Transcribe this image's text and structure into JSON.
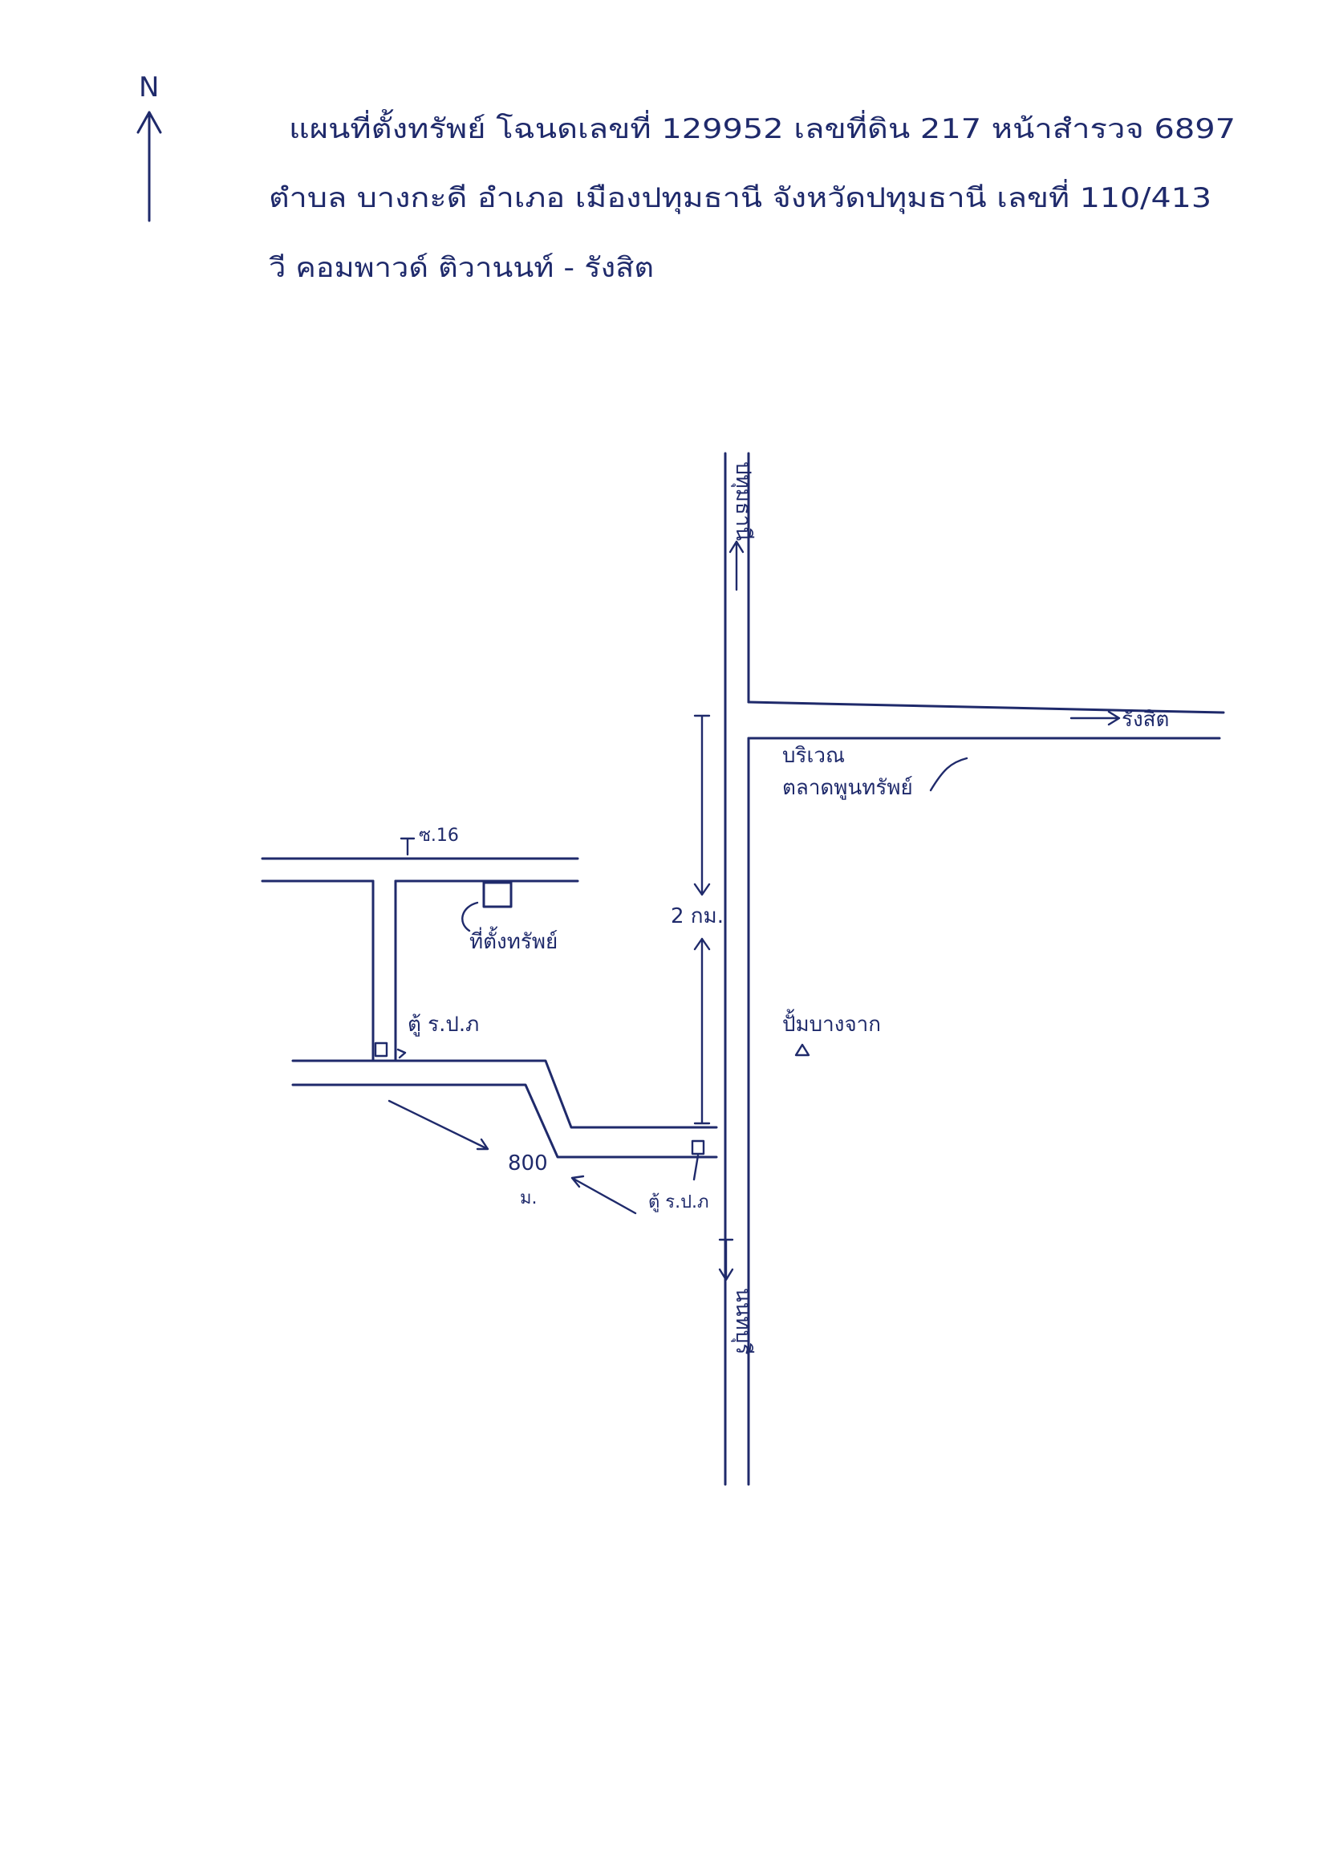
{
  "header": {
    "north_symbol": "N",
    "line1": "แผนที่ตั้งทรัพย์ โฉนดเลขที่ 129952 เลขที่ดิน 217 หน้าสำรวจ 6897",
    "line2": "ตำบล บางกะดี อำเภอ เมืองปทุมธานี จังหวัดปทุมธานี เลขที่ 110/413",
    "line3": "วี คอมพาวด์ ติวานนท์ - รังสิต"
  },
  "map": {
    "direction_north_road": "ปทุมธานี",
    "direction_south_road": "นนทบุรี",
    "direction_east_road": "รังสิต",
    "market_area_line1": "บริเวณ",
    "market_area_line2": "ตลาดพูนทรัพย์",
    "soi_label": "ซ.16",
    "property_label": "ที่ตั้งทรัพย์",
    "distance_main": "2 กม.",
    "distance_side_value": "800",
    "distance_side_unit": "ม.",
    "police_box_upper": "ตู้ ร.ป.ภ",
    "police_box_lower": "ตู้ ร.ป.ภ",
    "gas_station": "ปั้มบางจาก"
  },
  "colors": {
    "ink": "#1f2a6b",
    "paper": "#ffffff"
  }
}
